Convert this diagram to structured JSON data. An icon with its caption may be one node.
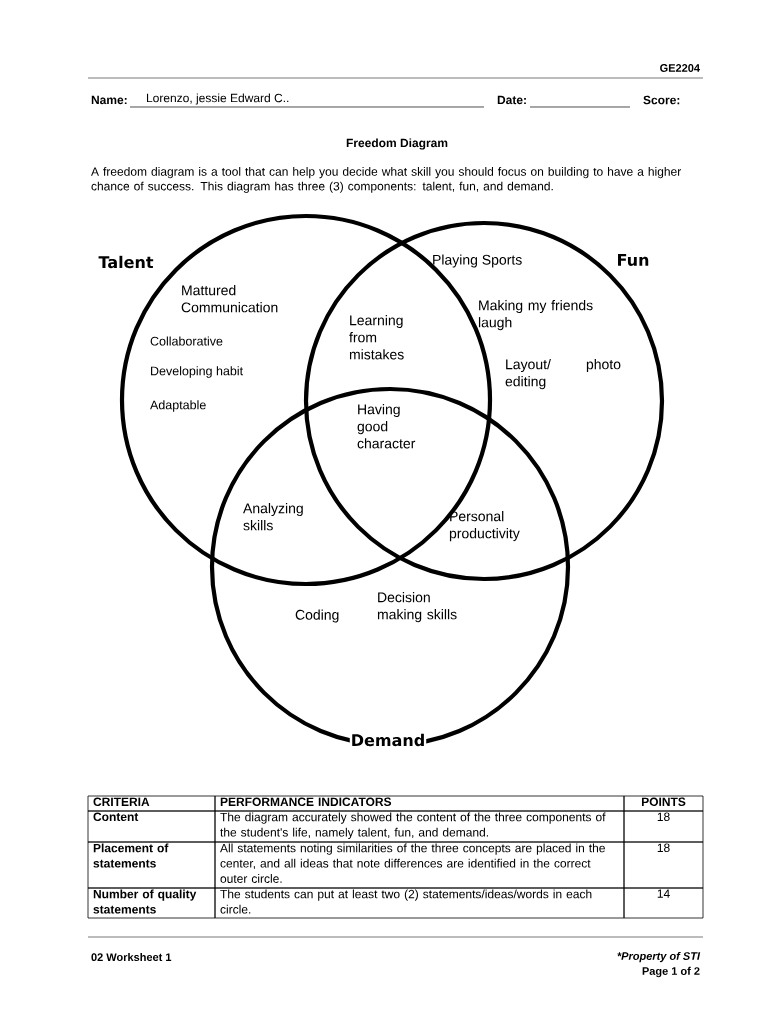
{
  "diagram": {
    "title": "Freedom Diagram",
    "nodes": [
      {
        "text": [
          "Talent"
        ]
      },
      {
        "text": [
          "Fun"
        ]
      },
      {
        "text": [
          "Demand"
        ]
      }
    ],
    "labels": [
      "GE2204",
      "Name:",
      "Lorenzo, jessie Edward C..",
      "Date:",
      "Score:",
      "A freedom diagram is a tool that can help you decide what skill you should focus on building to have a higher chance of success. This diagram has three (3) components: talent, fun, and demand.",
      "Mattured Communication",
      "Collaborative",
      "Developing habit",
      "Adaptable",
      "Playing Sports",
      "Making my friends laugh",
      "Learning from mistakes",
      "Layout/ photo editing",
      "Having good character",
      "Analyzing skills",
      "Personal productivity",
      "Coding",
      "Decision making skills",
      "CRITERIA",
      "PERFORMANCE INDICATORS",
      "POINTS",
      "Content",
      "The diagram accurately showed the content of the three components of the student's life, namely talent, fun, and demand.",
      "18",
      "Placement of statements",
      "All statements noting similarities of the three concepts are placed in the center, and all ideas that note differences are identified in the correct outer circle.",
      "18",
      "Number of quality statements",
      "The students can put at least two (2) statements/ideas/words in each circle.",
      "14",
      "02 Worksheet 1",
      "*Property of STI",
      "Page 1 of 2"
    ]
  }
}
